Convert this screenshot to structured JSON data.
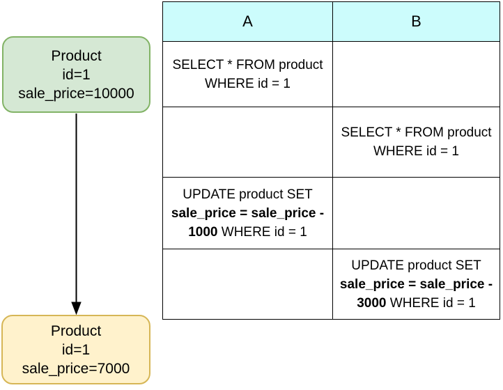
{
  "diagram": {
    "start_node": {
      "lines": [
        "Product",
        "id=1",
        "sale_price=10000"
      ],
      "fill": "#d5e8d4",
      "border": "#82b366"
    },
    "end_node": {
      "lines": [
        "Product",
        "id=1",
        "sale_price=7000"
      ],
      "fill": "#fff2cc",
      "border": "#d6b656"
    },
    "arrow_color": "#000000"
  },
  "table": {
    "header": {
      "columns": [
        "A",
        "B"
      ],
      "fill": "#ccfcfc"
    },
    "rows": [
      {
        "cells": [
          [
            [
              {
                "t": "SELECT * FROM product",
                "b": false
              }
            ],
            [
              {
                "t": "WHERE id = 1",
                "b": false
              }
            ]
          ],
          []
        ]
      },
      {
        "cells": [
          [],
          [
            [
              {
                "t": "SELECT * FROM product",
                "b": false
              }
            ],
            [
              {
                "t": "WHERE id = 1",
                "b": false
              }
            ]
          ]
        ]
      },
      {
        "cells": [
          [
            [
              {
                "t": "UPDATE product SET",
                "b": false
              }
            ],
            [
              {
                "t": "sale_price = sale_price -",
                "b": true
              }
            ],
            [
              {
                "t": "1000",
                "b": true
              },
              {
                "t": " WHERE id = 1",
                "b": false
              }
            ]
          ],
          []
        ]
      },
      {
        "cells": [
          [],
          [
            [
              {
                "t": "UPDATE product SET",
                "b": false
              }
            ],
            [
              {
                "t": "sale_price = sale_price -",
                "b": true
              }
            ],
            [
              {
                "t": "3000",
                "b": true
              },
              {
                "t": " WHERE id = 1",
                "b": false
              }
            ]
          ]
        ]
      }
    ]
  }
}
